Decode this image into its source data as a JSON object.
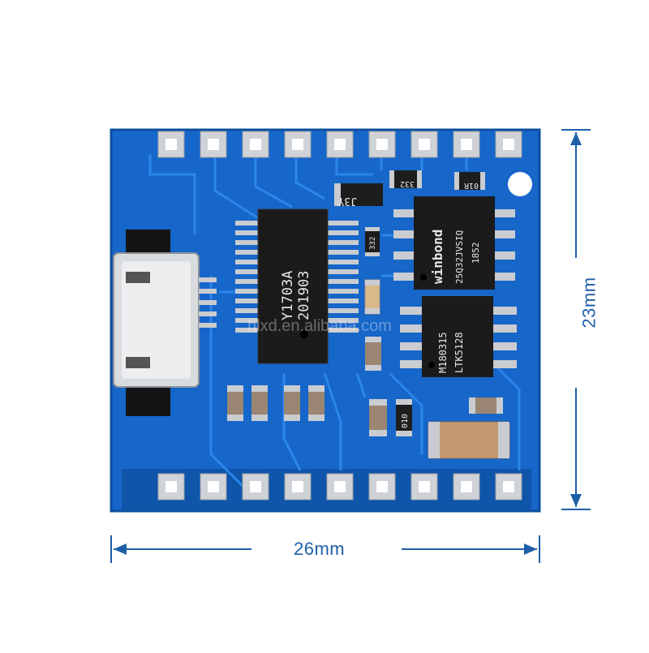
{
  "dimensions": {
    "width_label": "26mm",
    "height_label": "23mm"
  },
  "main_chip": {
    "line1": "Y1703A",
    "line2": "201903"
  },
  "flash_chip": {
    "brand": "winbond",
    "line1": "25Q32JVSIQ",
    "line2": "1852"
  },
  "amp_chip": {
    "line1": "LTK5128",
    "line2": "M180315"
  },
  "markings": {
    "diode": "J3Y",
    "res1": "332",
    "res2": "01R",
    "res3": "332",
    "res4": "010"
  },
  "watermark": "hlxd.en.alibaba.com",
  "colors": {
    "board": "#1565c8",
    "trace": "#2a82e6",
    "pad": "#c9ccd0",
    "dimension": "#1f5fa8"
  }
}
